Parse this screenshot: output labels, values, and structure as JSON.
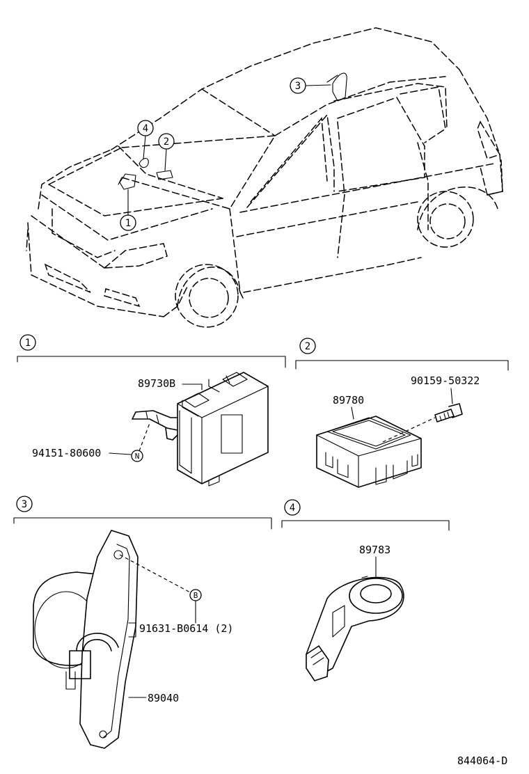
{
  "callouts": {
    "c1": "1",
    "c2": "2",
    "c3": "3",
    "c4": "4"
  },
  "sections": {
    "s1": {
      "number": "1",
      "part_main": "89730B",
      "part_nut": "94151-80600",
      "nut_symbol": "N"
    },
    "s2": {
      "number": "2",
      "part_main": "89780",
      "part_bolt": "90159-50322"
    },
    "s3": {
      "number": "3",
      "part_main": "89040",
      "part_bolt": "91631-B0614 (2)",
      "bolt_symbol": "B"
    },
    "s4": {
      "number": "4",
      "part_main": "89783"
    }
  },
  "footer": {
    "diagram_id": "844064-D"
  }
}
